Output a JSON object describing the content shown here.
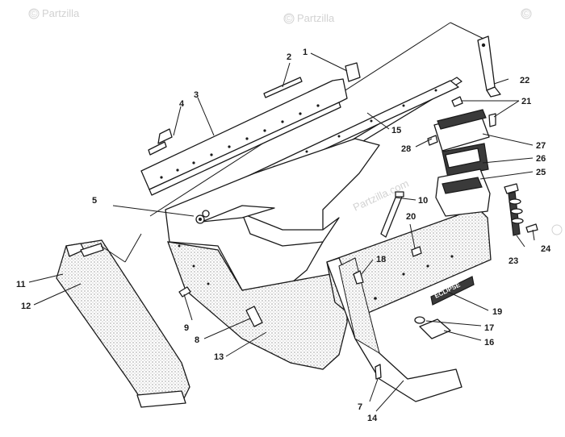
{
  "watermark": {
    "text": "Partzilla",
    "text_com": "Partzilla.com",
    "symbol": "©"
  },
  "decal_text": "ECLIPSE",
  "callouts": {
    "c1": "1",
    "c2": "2",
    "c3": "3",
    "c4": "4",
    "c5": "5",
    "c7": "7",
    "c8": "8",
    "c9": "9",
    "c10": "10",
    "c11": "11",
    "c12": "12",
    "c13": "13",
    "c14": "14",
    "c15": "15",
    "c16": "16",
    "c17": "17",
    "c18": "18",
    "c19": "19",
    "c20": "20",
    "c21": "21",
    "c22": "22",
    "c23": "23",
    "c24": "24",
    "c25": "25",
    "c26": "26",
    "c27": "27",
    "c28": "28"
  }
}
